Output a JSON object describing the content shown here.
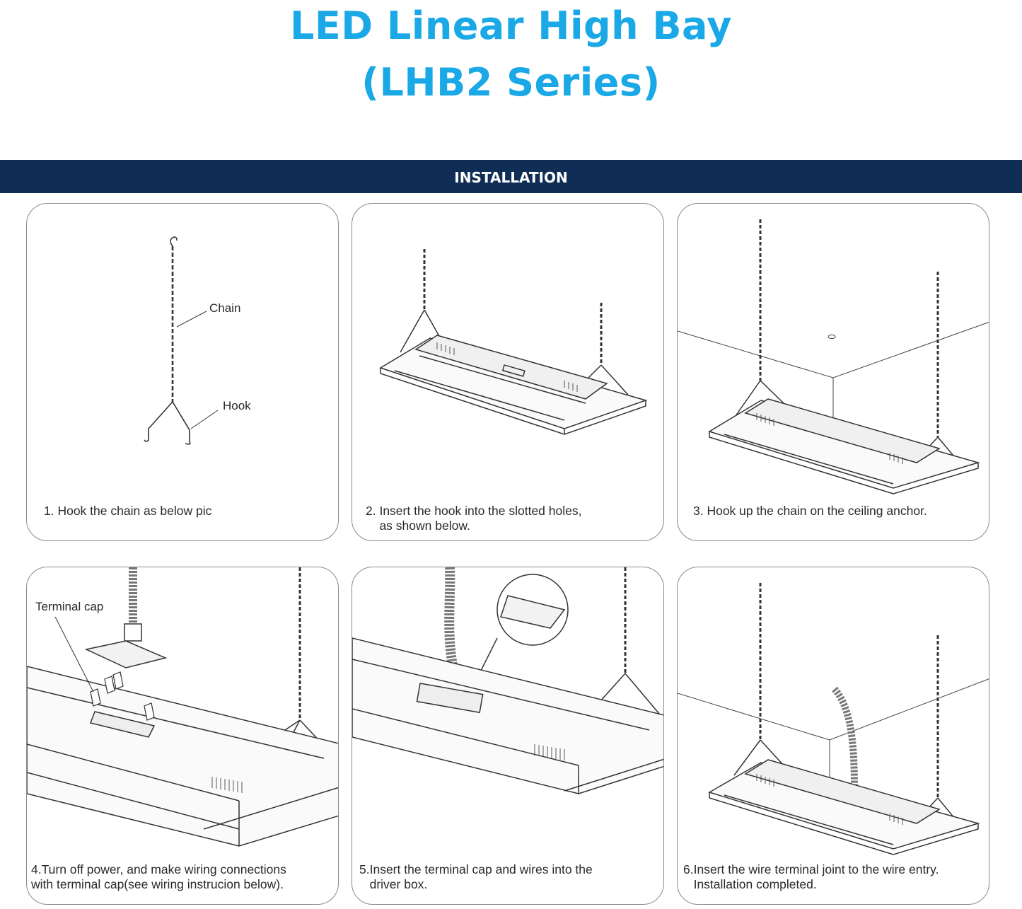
{
  "header": {
    "title_line1": "LED Linear High Bay",
    "title_line2": "(LHB2 Series)",
    "title_color": "#1aa8e6"
  },
  "banner": {
    "label": "INSTALLATION",
    "background": "#0f2d55"
  },
  "steps": [
    {
      "caption": "1. Hook the chain as below pic",
      "labels": {
        "chain": "Chain",
        "hook": "Hook"
      }
    },
    {
      "caption": "2. Insert the hook into the slotted holes,\n    as shown below."
    },
    {
      "caption": "3. Hook up the chain on the ceiling anchor."
    },
    {
      "caption": "4.Turn off power, and make wiring connections\nwith terminal cap(see wiring instrucion below).",
      "labels": {
        "terminal_cap": "Terminal cap"
      }
    },
    {
      "caption": "5.Insert the terminal cap and wires into the\n   driver box."
    },
    {
      "caption": "6.Insert the wire terminal joint to the wire entry.\n   Installation completed."
    }
  ]
}
